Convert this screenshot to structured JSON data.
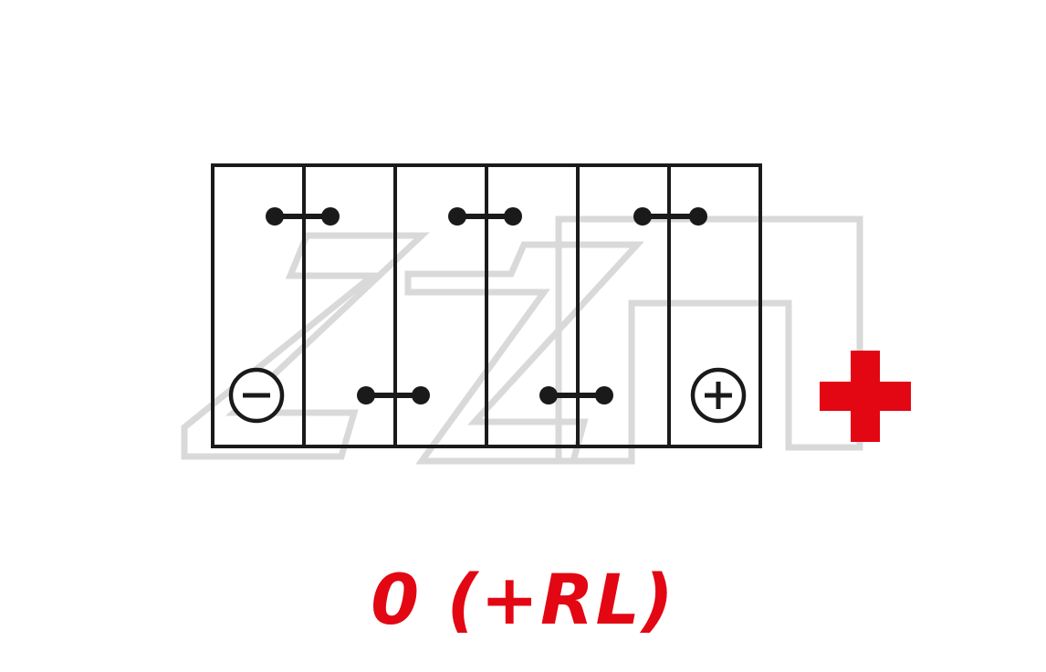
{
  "diagram": {
    "label": "0 (+RL)",
    "battery": {
      "cell_count": 6,
      "top_connector_count": 3,
      "bottom_connector_count": 2,
      "negative_terminal_symbol": "−",
      "positive_terminal_symbol": "+"
    },
    "positive_marker_symbol": "+"
  },
  "colors": {
    "accent_red": "#e30613",
    "line_black": "#1a1a1a",
    "watermark_gray": "#d9d9d9",
    "background": "#ffffff"
  }
}
